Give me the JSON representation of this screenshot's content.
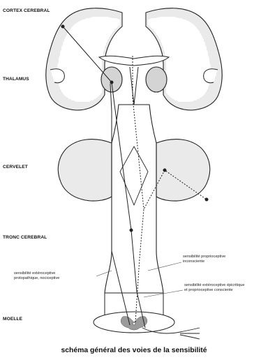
{
  "labels": {
    "cortex": "CORTEX CEREBRAL",
    "thalamus": "THALAMUS",
    "cervelet": "CERVELET",
    "tronc": "TRONC CEREBRAL",
    "moelle": "MOELLE"
  },
  "annotations": {
    "extero_proto_line1": "sensibilité extéroceptive",
    "extero_proto_line2": "protopathique, nociceptive",
    "proprio_incons_line1": "sensibilité proprioceptive",
    "proprio_incons_line2": "inconsciente",
    "extero_epicritique_line1": "sensibilité extéroceptive épicritique",
    "extero_epicritique_line2": "et proprioceptive consciente"
  },
  "caption": "schéma général des voies de la sensibilité",
  "colors": {
    "cortex_shading": "#c8c8c8",
    "thalamus_fill": "#d4d4d4",
    "cord_grey": "#9a9a9a"
  }
}
